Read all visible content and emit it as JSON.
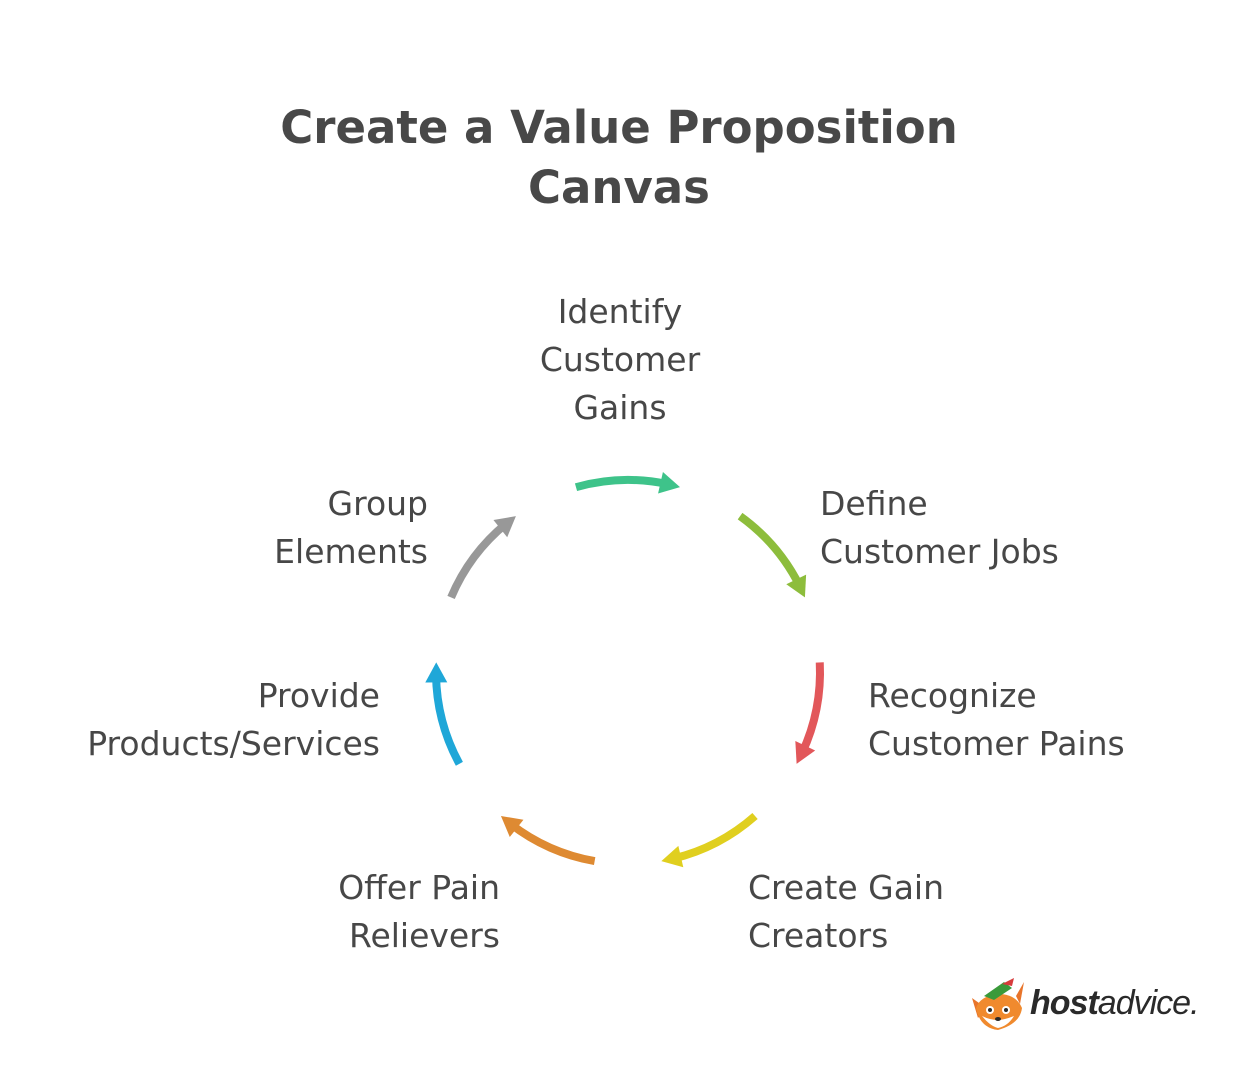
{
  "title": {
    "line1": "Create a Value Proposition",
    "line2": "Canvas"
  },
  "steps": [
    {
      "id": "identify-gains",
      "lines": [
        "Identify",
        "Customer",
        "Gains"
      ],
      "color": "#3ec38a"
    },
    {
      "id": "define-jobs",
      "lines": [
        "Define",
        "Customer Jobs"
      ],
      "color": "#8dbd3c"
    },
    {
      "id": "recognize-pains",
      "lines": [
        "Recognize",
        "Customer Pains"
      ],
      "color": "#e2575a"
    },
    {
      "id": "gain-creators",
      "lines": [
        "Create Gain",
        "Creators"
      ],
      "color": "#e0cf1f"
    },
    {
      "id": "pain-relievers",
      "lines": [
        "Offer Pain",
        "Relievers"
      ],
      "color": "#de8a32"
    },
    {
      "id": "products-services",
      "lines": [
        "Provide",
        "Products/Services"
      ],
      "color": "#1fa7d8"
    },
    {
      "id": "group-elements",
      "lines": [
        "Group",
        "Elements"
      ],
      "color": "#989898"
    }
  ],
  "brand": {
    "bold": "host",
    "light": "advice."
  }
}
